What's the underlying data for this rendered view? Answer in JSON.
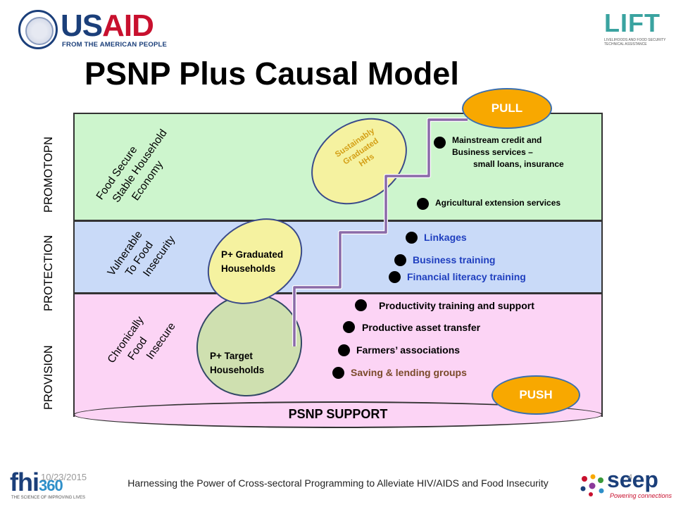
{
  "header": {
    "usaid_left": "US",
    "usaid_right": "AID",
    "usaid_tagline": "FROM THE AMERICAN PEOPLE",
    "lift_word": "LIFT",
    "lift_tagline": "LIVELIHOODS AND FOOD SECURITY TECHNICAL ASSISTANCE"
  },
  "title": "PSNP Plus Causal Model",
  "side_labels": {
    "promotion": "PROMOTOPN",
    "protection": "PROTECTION",
    "provision": "PROVISION"
  },
  "band_labels": {
    "green": [
      "Food Secure",
      "Stable Household",
      "Economy"
    ],
    "blue": [
      "Vulnerable",
      "To Food",
      "Insecurity"
    ],
    "pink": [
      "Chronically",
      "Food",
      "Insecure"
    ]
  },
  "ellipses": {
    "sustainably": [
      "Sustainably",
      "Graduated",
      "HHs"
    ],
    "graduated": [
      "P+ Graduated",
      "Households"
    ],
    "target": [
      "P+ Target",
      "Households"
    ]
  },
  "green_items": {
    "mainstream_1": "Mainstream credit and",
    "mainstream_2": "Business services –",
    "mainstream_3": "small loans, insurance",
    "agri": "Agricultural extension services"
  },
  "blue_items": {
    "linkages": "Linkages",
    "business": "Business training",
    "financial": "Financial literacy training"
  },
  "pink_items": {
    "productivity": "Productivity training and support",
    "asset": "Productive asset transfer",
    "farmers": "Farmers’ associations",
    "saving": "Saving & lending groups"
  },
  "pull": "PULL",
  "push": "PUSH",
  "base": "PSNP SUPPORT",
  "footer": {
    "date": "10/23/2015",
    "caption": "Harnessing the Power of Cross-sectoral Programming to Alleviate HIV/AIDS and Food Insecurity",
    "fhi": "fhi",
    "fhi_num": "360",
    "fhi_tagline": "THE SCIENCE OF IMPROVING LIVES",
    "seep": "seep",
    "seep_tagline": "Powering connections",
    "page": "4"
  },
  "colors": {
    "green_band": "#cdf5cd",
    "blue_band": "#c9daf8",
    "pink_band": "#fcd4f5",
    "pull_push": "#f8a800",
    "stair_line": "#8a6aa8"
  }
}
